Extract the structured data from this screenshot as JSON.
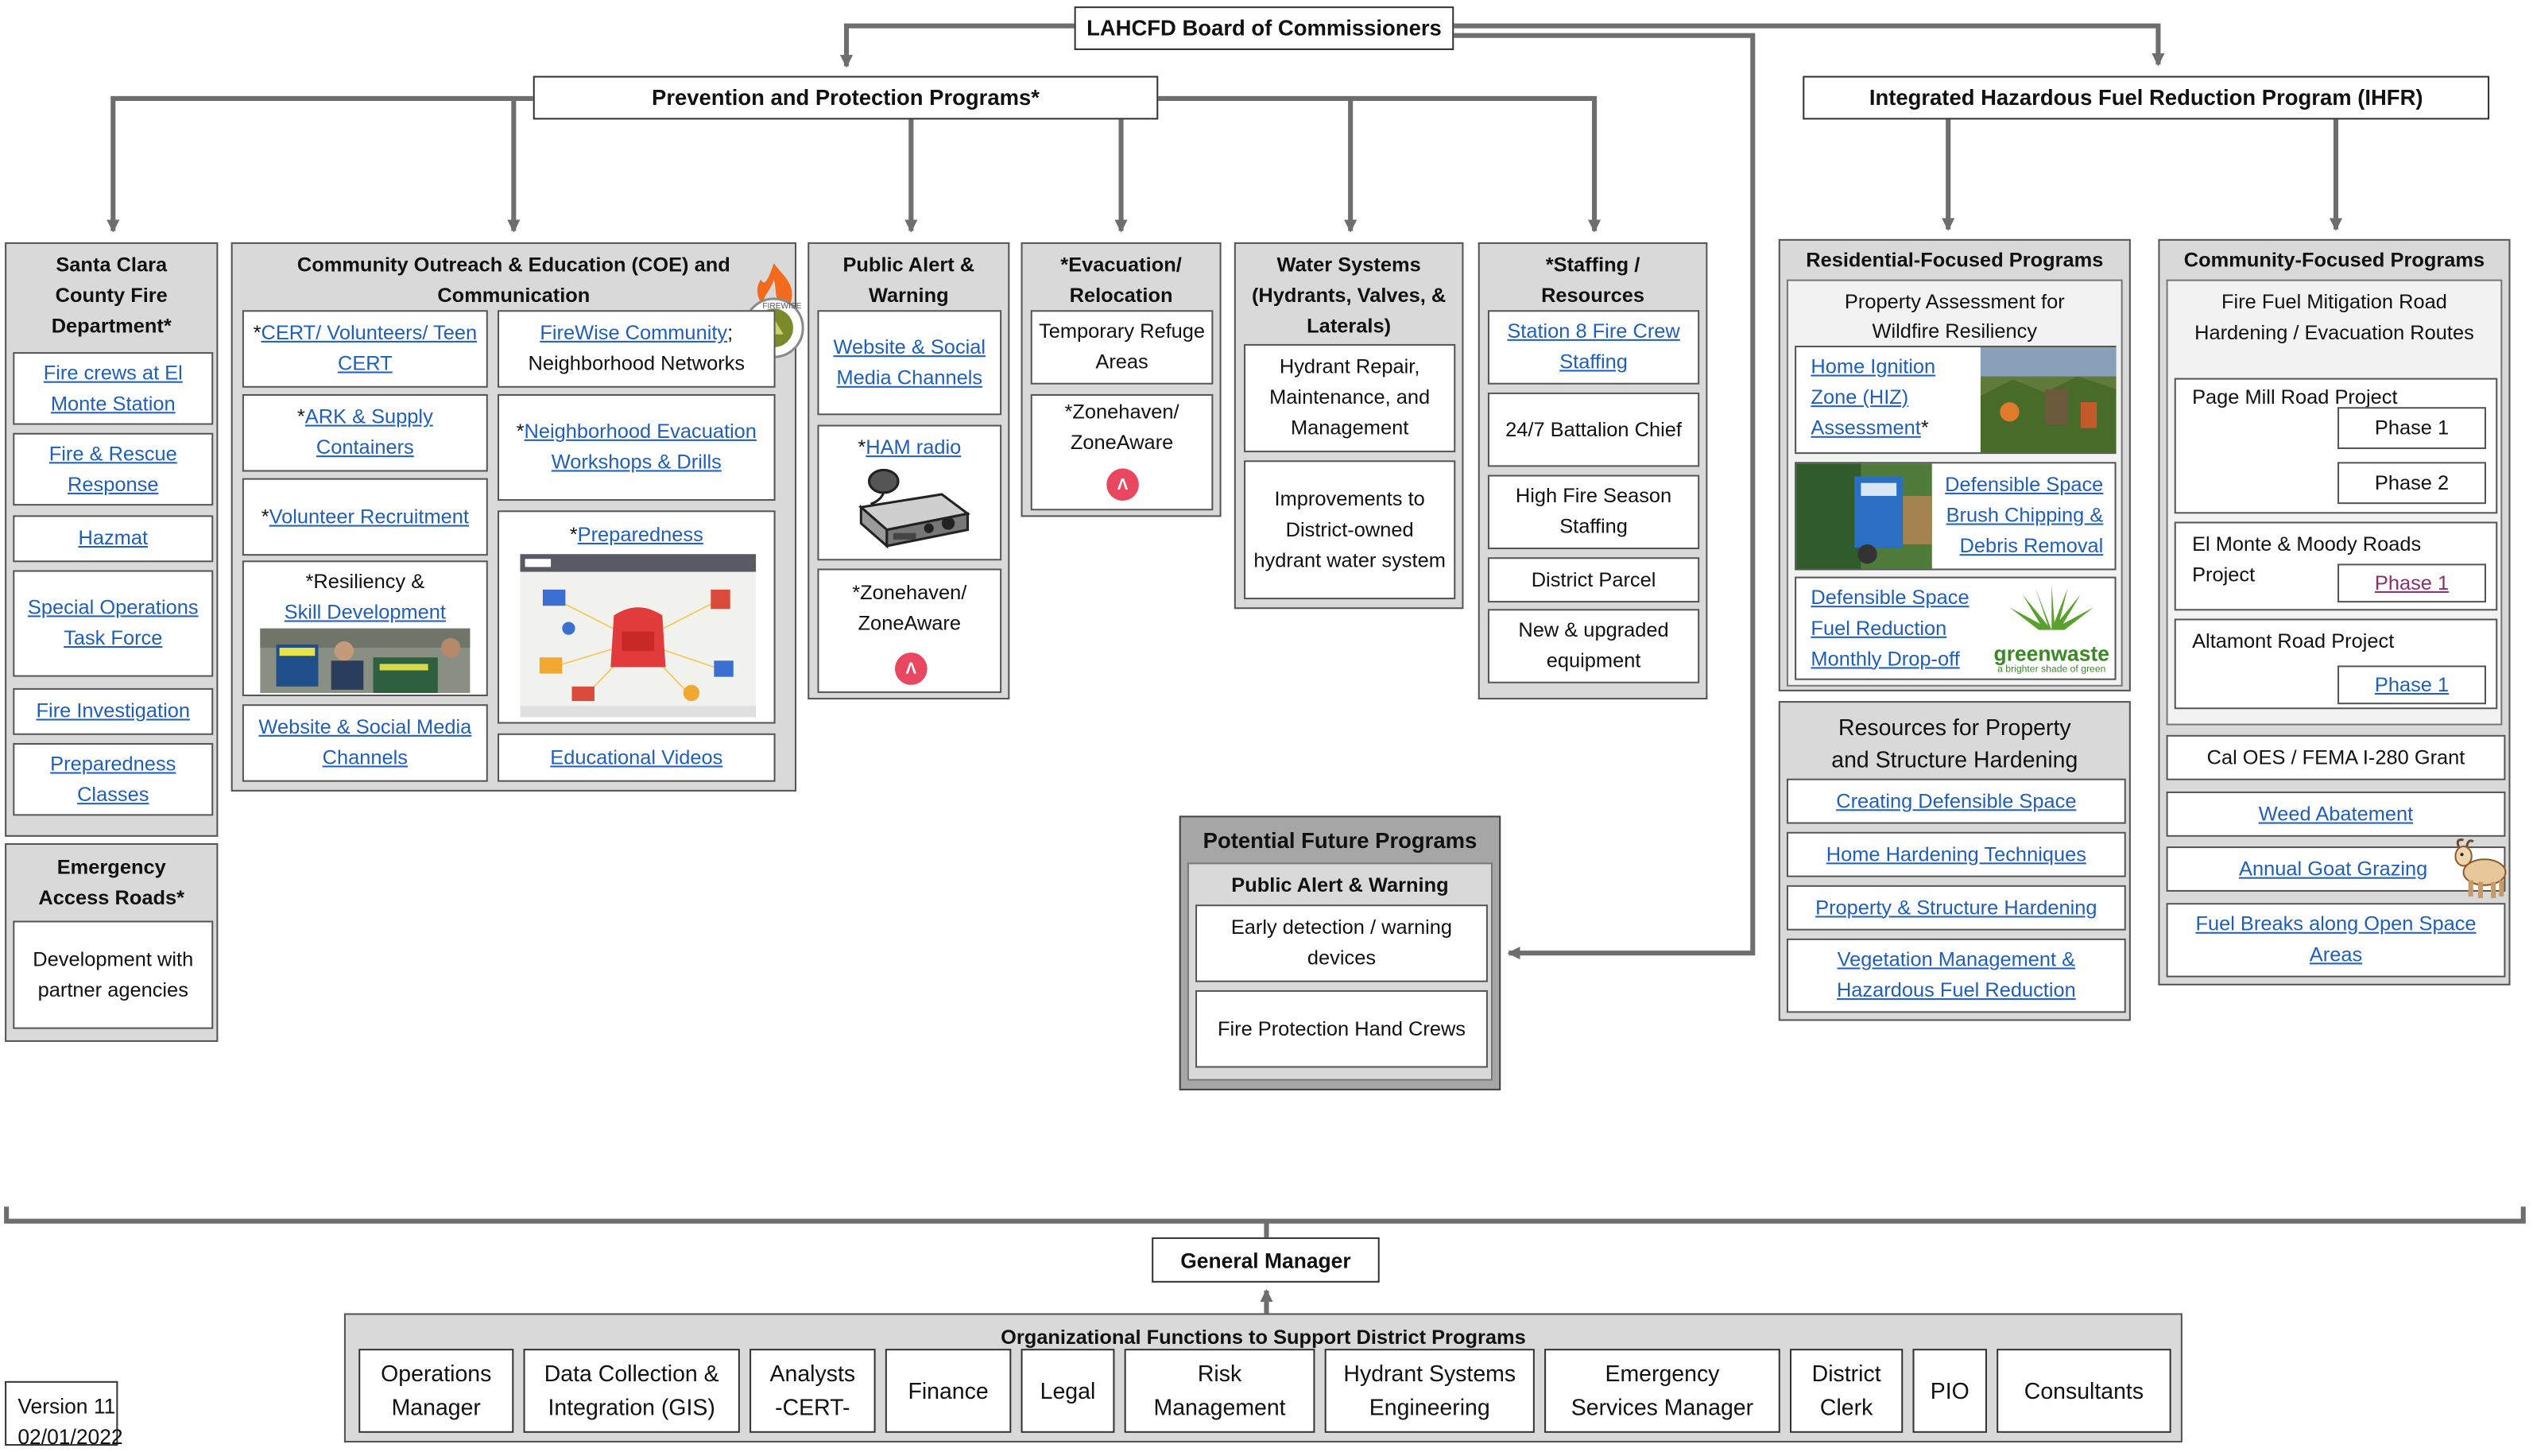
{
  "board": "LAHCFD Board of Commissioners",
  "prevention": "Prevention and Protection Programs*",
  "ihfr": "Integrated Hazardous Fuel Reduction Program (IHFR)",
  "sccfd": {
    "title": "Santa Clara County Fire Department*",
    "items": [
      "Fire crews at El Monte Station",
      "Fire & Rescue Response",
      "Hazmat",
      "Special Operations Task Force",
      "Fire Investigation",
      "Preparedness Classes"
    ]
  },
  "ear": {
    "title": "Emergency Access Roads*",
    "item": "Development with partner agencies"
  },
  "coe": {
    "title": "Community Outreach & Education (COE) and Communication",
    "cert": "CERT/ Volunteers/ Teen CERT",
    "firewise_link": "FireWise Community",
    "firewise_rest": "; Neighborhood Networks",
    "ark": "ARK & Supply Containers",
    "neighborhood": "Neighborhood Evacuation Workshops & Drills",
    "volunteer": "Volunteer Recruitment",
    "preparedness": "Preparedness",
    "resiliency_a": "*Resiliency &",
    "resiliency_b": "Skill Development",
    "website": "Website & Social Media Channels",
    "videos": "Educational Videos",
    "star": "*",
    "firewise_badge": "FIREWISE"
  },
  "alert": {
    "title": "Public Alert & Warning",
    "website": "Website & Social Media Channels",
    "ham": "HAM radio",
    "zone": "*Zonehaven/ ZoneAware"
  },
  "evac": {
    "title": "*Evacuation/ Relocation",
    "temp": "Temporary Refuge Areas",
    "zone": "*Zonehaven/ ZoneAware"
  },
  "water": {
    "title": "Water Systems (Hydrants, Valves, & Laterals)",
    "repair": "Hydrant Repair, Maintenance, and Management",
    "improve": "Improvements to District-owned hydrant water system"
  },
  "staffing": {
    "title": "*Staffing / Resources",
    "items": [
      "Station 8 Fire Crew Staffing",
      "24/7 Battalion Chief",
      "High Fire Season Staffing",
      "District Parcel",
      "New & upgraded equipment"
    ]
  },
  "future": {
    "title": "Potential Future Programs",
    "sub": "Public Alert & Warning",
    "items": [
      "Early detection / warning devices",
      "Fire Protection Hand Crews"
    ]
  },
  "residential": {
    "title": "Residential-Focused Programs",
    "assess_title": "Property Assessment for Wildfire Resiliency",
    "hiz": "Home Ignition Zone (HIZ) Assessment",
    "hiz_star": "*",
    "chipping": "Defensible Space Brush Chipping & Debris Removal",
    "dropoff": "Defensible Space Fuel Reduction Monthly Drop-off",
    "gw_name": "greenwaste",
    "gw_tag": "a brighter shade of green",
    "resources_title": "Resources for Property and Structure Hardening",
    "resources": [
      "Creating Defensible Space",
      "Home Hardening Techniques",
      "Property & Structure Hardening",
      "Vegetation Management & Hazardous Fuel Reduction"
    ]
  },
  "community": {
    "title": "Community-Focused Programs",
    "mit_title": "Fire Fuel Mitigation Road Hardening / Evacuation Routes",
    "pm": "Page Mill Road Project",
    "pm_phases": [
      "Phase 1",
      "Phase 2"
    ],
    "em": "El Monte & Moody Roads Project",
    "em_phase": "Phase 1",
    "alt": "Altamont Road Project",
    "alt_phase": "Phase 1",
    "items": [
      "Cal OES / FEMA I-280 Grant",
      "Weed Abatement",
      "Annual Goat Grazing",
      "Fuel Breaks along Open Space Areas"
    ]
  },
  "gm": "General Manager",
  "org": {
    "title": "Organizational Functions to Support District Programs",
    "items": [
      "Operations Manager",
      "Data Collection & Integration (GIS)",
      "Analysts -CERT-",
      "Finance",
      "Legal",
      "Risk Management",
      "Hydrant Systems Engineering",
      "Emergency Services Manager",
      "District Clerk",
      "PIO",
      "Consultants"
    ]
  },
  "version": "Version 11",
  "date": "02/01/2022",
  "colors": {
    "group": "#d9d9d9",
    "link": "#1f5fb8",
    "visited_link": "#8a2f6e",
    "arrow": "#6e6e6e",
    "phase_arrow": "#4472c4"
  }
}
